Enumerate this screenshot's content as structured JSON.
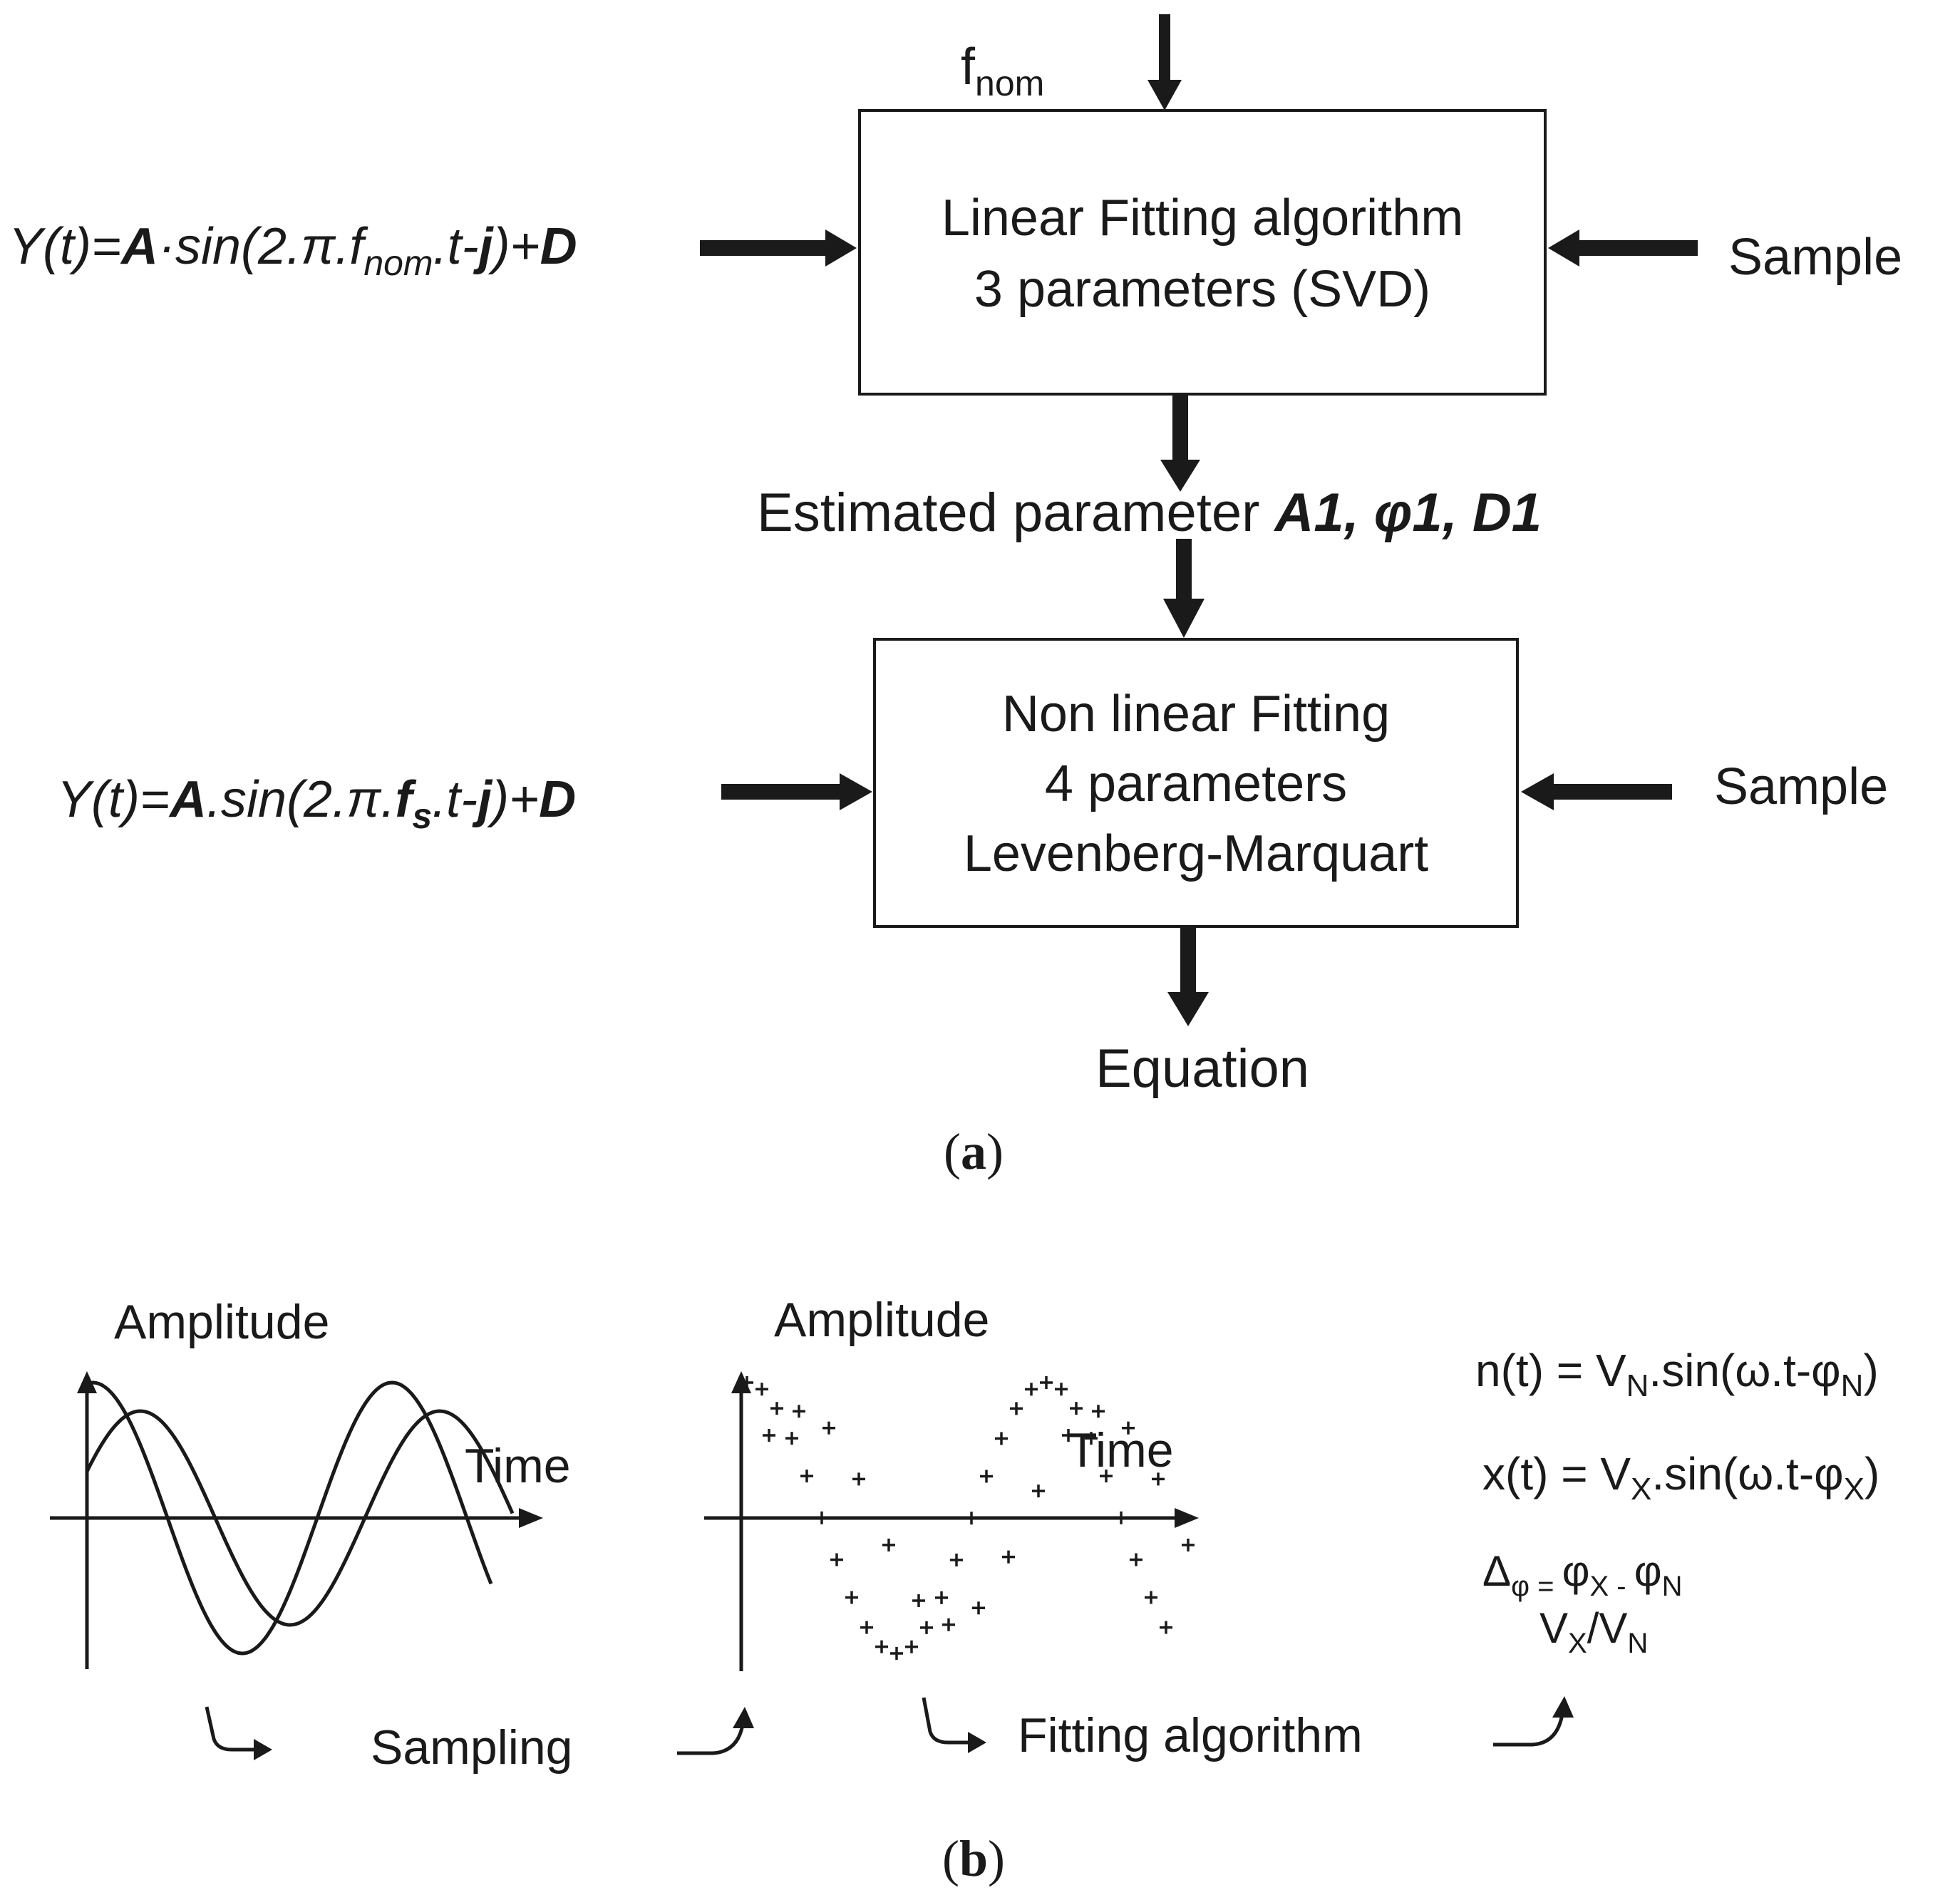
{
  "panel_a": {
    "fnom_label": {
      "base": "f",
      "sub": "nom"
    },
    "linear_box": {
      "line1": "Linear Fitting algorithm",
      "line2": "3 parameters (SVD)"
    },
    "equation1": {
      "p1": "Y(t)=",
      "A": "A",
      "p2": "·sin(2.π.f",
      "sub": "nom",
      "p3": ".t-",
      "j": "j",
      "p4": ")+",
      "D": "D"
    },
    "sample1": "Sample",
    "estimated": {
      "text": "Estimated parameter ",
      "params": "A1, φ1, D1"
    },
    "nonlinear_box": {
      "line1": "Non linear Fitting",
      "line2": "4 parameters",
      "line3": "Levenberg-Marquart"
    },
    "equation2": {
      "p1": "Y(t)=",
      "A": "A",
      "p2": ".sin(2.π.",
      "f": "f",
      "sub": "s",
      "p3": ".t-",
      "j": "j",
      "p4": ")+",
      "D": "D"
    },
    "sample2": "Sample",
    "output": "Equation",
    "caption": {
      "open": "(",
      "letter": "a",
      "close": ")"
    }
  },
  "panel_b": {
    "plot1": {
      "ylabel": "Amplitude",
      "xlabel": "Time"
    },
    "plot2": {
      "ylabel": "Amplitude",
      "xlabel": "Time"
    },
    "sampling_label": "Sampling",
    "fitting_label": "Fitting algorithm",
    "eq_n": {
      "p1": "n(t) = V",
      "s1": "N",
      "p2": ".sin(ω.t-φ",
      "s2": "N",
      "p3": ")"
    },
    "eq_x": {
      "p1": "x(t) = V",
      "s1": "X",
      "p2": ".sin(ω.t-φ",
      "s2": "X",
      "p3": ")"
    },
    "eq_delta": {
      "p1": "Δ",
      "s1": "φ = ",
      "p2": "φ",
      "s2": "X - ",
      "p3": "φ",
      "s3": "N"
    },
    "eq_ratio": {
      "p1": "V",
      "s1": "X",
      "p2": "/V",
      "s2": "N"
    },
    "caption": {
      "open": "(",
      "letter": "b",
      "close": ")"
    }
  }
}
